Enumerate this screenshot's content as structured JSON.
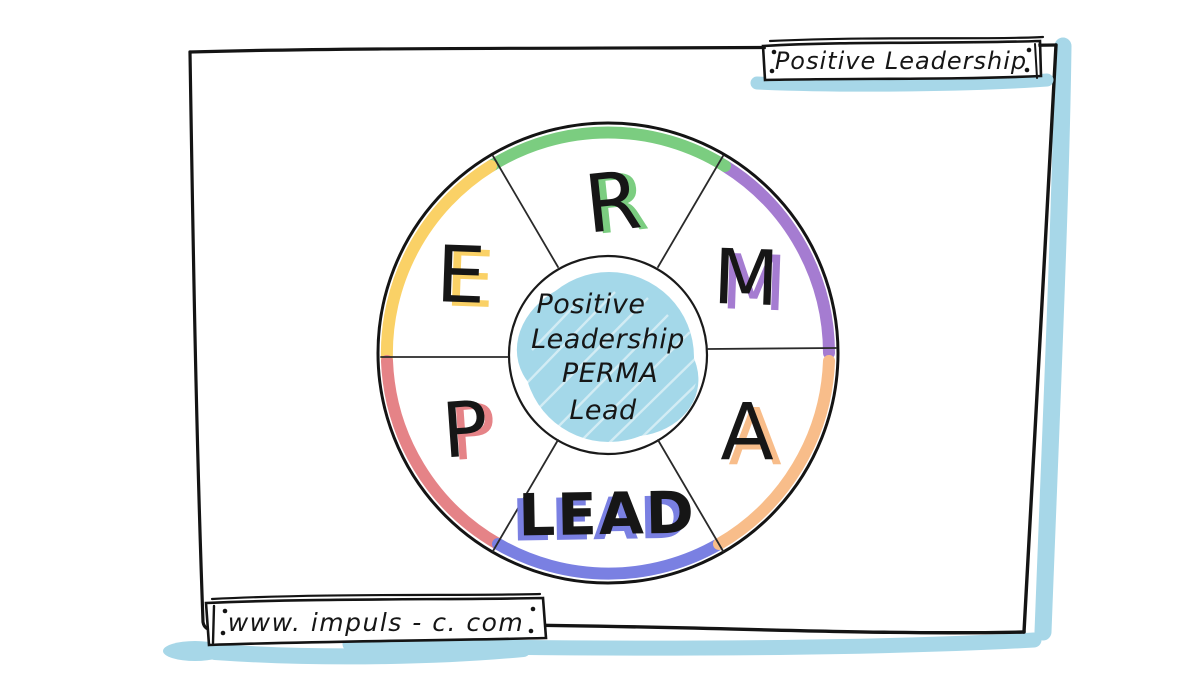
{
  "badges": {
    "title": {
      "label": "Positive Leadership"
    },
    "website": {
      "label": "www. impuls - c. com"
    }
  },
  "wheel": {
    "center_lines": [
      "Positive",
      "Leadership",
      "PERMA",
      "Lead"
    ],
    "segments": [
      {
        "label": "R",
        "position": "top",
        "color": "#7bcd80"
      },
      {
        "label": "M",
        "position": "upper-right",
        "color": "#a57cd1"
      },
      {
        "label": "A",
        "position": "lower-right",
        "color": "#f8bd8a"
      },
      {
        "label": "LEAD",
        "position": "bottom",
        "color": "#7a80e2"
      },
      {
        "label": "P",
        "position": "lower-left",
        "color": "#e58387"
      },
      {
        "label": "E",
        "position": "upper-left",
        "color": "#fad166"
      }
    ]
  },
  "colors": {
    "ink": "#161616",
    "shadow_blue": "#a7d7e8",
    "center_scribble": "#a4d8e9"
  }
}
